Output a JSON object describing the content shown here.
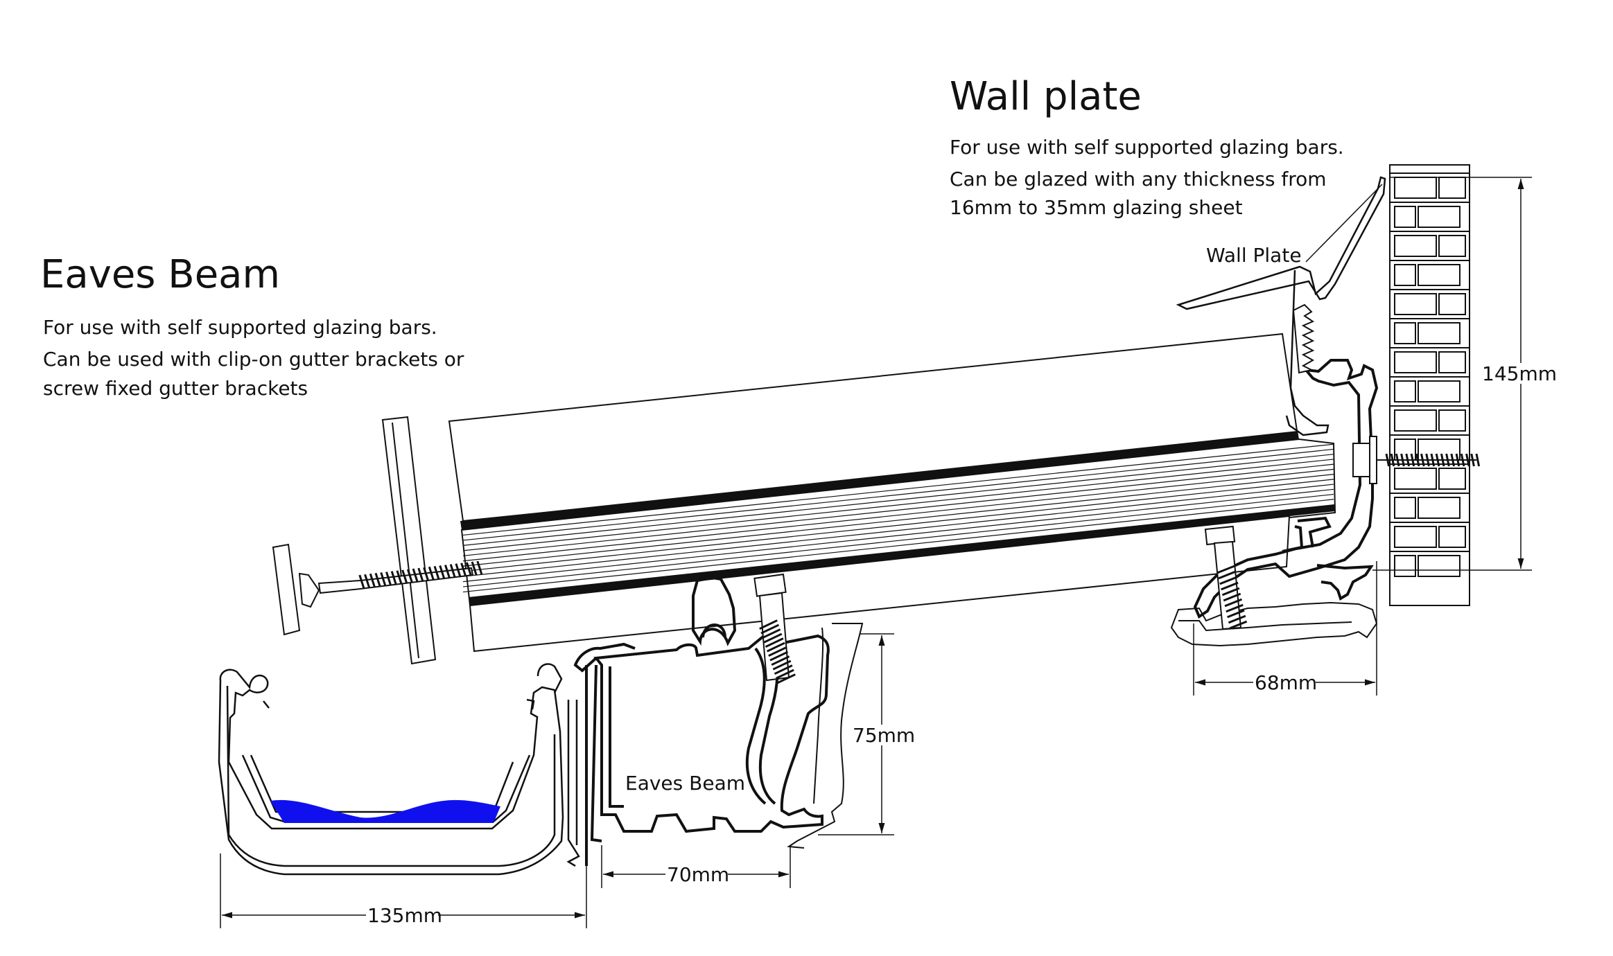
{
  "eaves": {
    "title": "Eaves Beam",
    "line1": "For use with self supported glazing bars.",
    "line2": "Can be used with clip-on gutter brackets or",
    "line3": "screw fixed gutter brackets",
    "part_label": "Eaves Beam"
  },
  "wall": {
    "title": "Wall plate",
    "line1": "For use with self supported glazing bars.",
    "line2": "Can be glazed with any thickness from",
    "line3": "16mm to 35mm glazing sheet",
    "part_label": "Wall Plate"
  },
  "dimensions": {
    "gutter_width": "135mm",
    "beam_width": "70mm",
    "beam_height": "75mm",
    "wallplate_width": "68mm",
    "wall_height": "145mm"
  },
  "colors": {
    "line": "#111111",
    "water": "#1010ee"
  }
}
